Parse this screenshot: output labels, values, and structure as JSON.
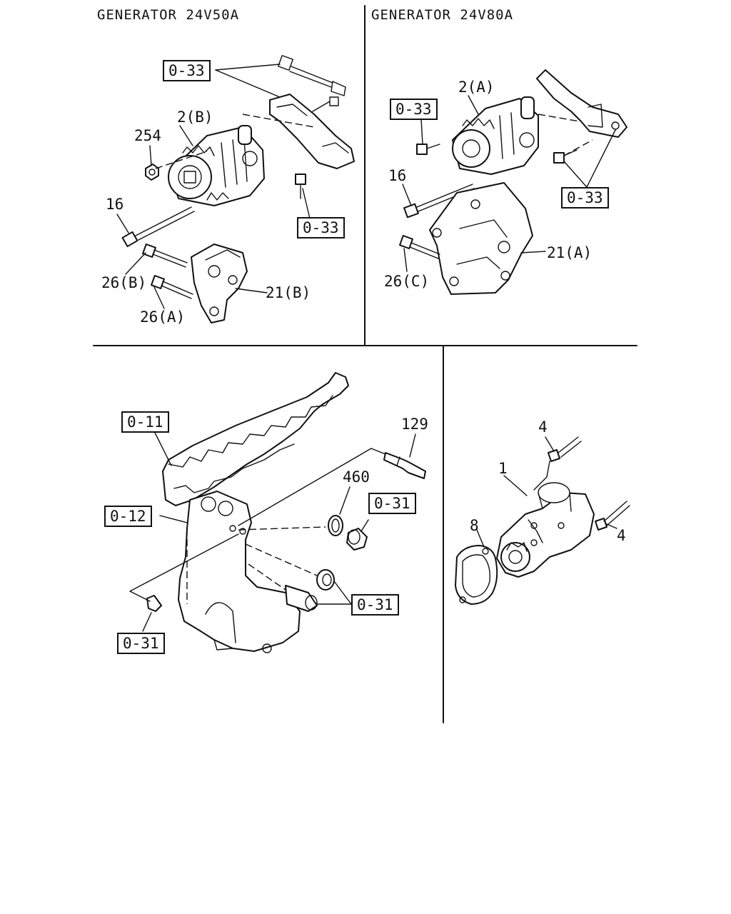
{
  "panels": {
    "generator_50a": {
      "title": "GENERATOR 24V50A",
      "labels": {
        "ref_top": "0-33",
        "ref_right": "0-33",
        "part_2b": "2(B)",
        "part_254": "254",
        "part_16": "16",
        "part_26b": "26(B)",
        "part_26a": "26(A)",
        "part_21b": "21(B)"
      }
    },
    "generator_80a": {
      "title": "GENERATOR 24V80A",
      "labels": {
        "ref_left": "0-33",
        "ref_right": "0-33",
        "part_2a": "2(A)",
        "part_16": "16",
        "part_21a": "21(A)",
        "part_26c": "26(C)"
      }
    },
    "cylinder_block": {
      "labels": {
        "ref_011": "0-11",
        "ref_012": "0-12",
        "ref_031_plug": "0-31",
        "ref_031_sleeves": "0-31",
        "ref_031_bottom": "0-31",
        "part_129": "129",
        "part_460": "460"
      }
    },
    "starter": {
      "labels": {
        "part_1": "1",
        "part_4_top": "4",
        "part_4_right": "4",
        "part_8": "8"
      }
    }
  }
}
